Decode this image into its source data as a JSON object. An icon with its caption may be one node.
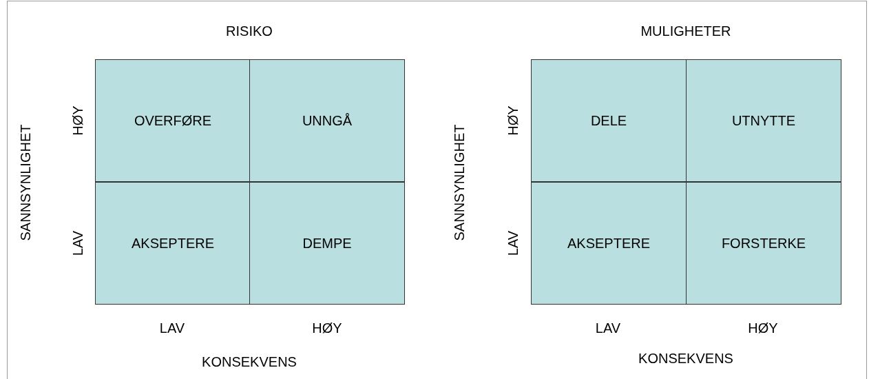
{
  "diagram": {
    "nodes": [
      {
        "text": [
          "OVERFØRE"
        ]
      },
      {
        "text": [
          "UNNGÅ"
        ]
      },
      {
        "text": [
          "DELE"
        ]
      },
      {
        "text": [
          "UTNYTTE"
        ]
      },
      {
        "text": [
          "AKSEPTERE"
        ]
      },
      {
        "text": [
          "DEMPE"
        ]
      },
      {
        "text": [
          "AKSEPTERE"
        ]
      },
      {
        "text": [
          "FORSTERKE"
        ]
      }
    ],
    "labels": [
      "RISIKO",
      "MULIGHETER",
      "SANNSYNLIGHET",
      "HØY",
      "SANNSYNLIGHET",
      "HØY",
      "LAV",
      "LAV",
      "LAV",
      "HØY",
      "LAV",
      "HØY",
      "KONSEKVENS",
      "KONSEKVENS"
    ]
  }
}
